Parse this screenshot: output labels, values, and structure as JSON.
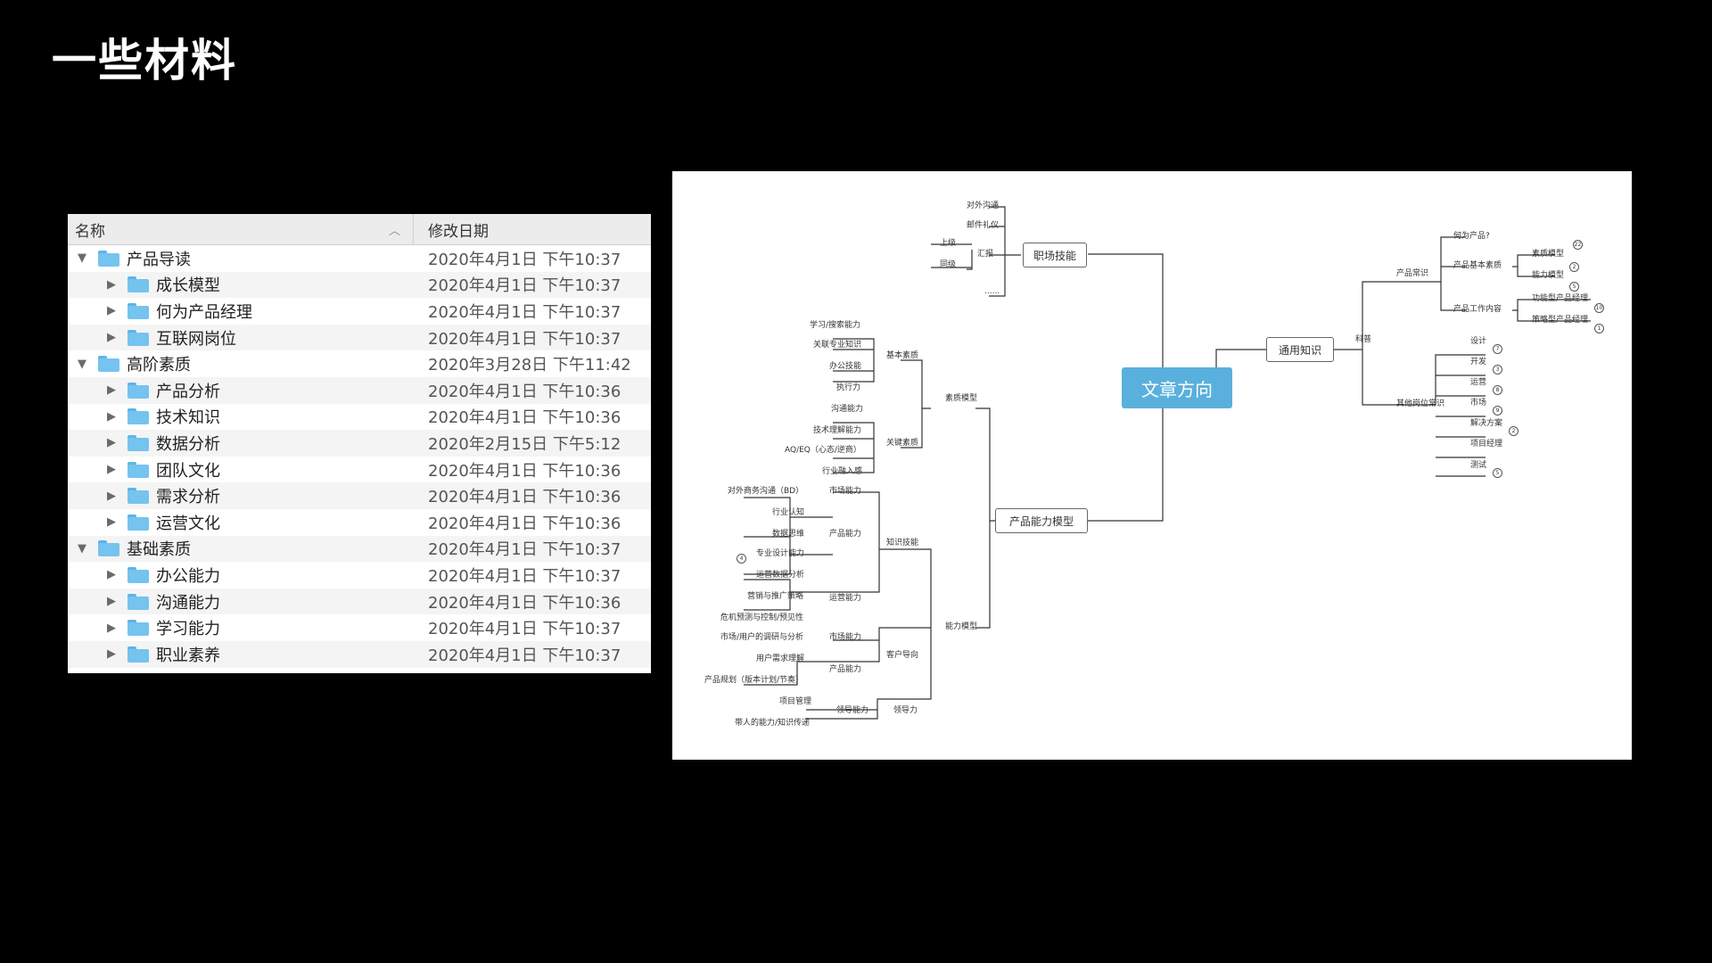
{
  "slide": {
    "title": "一些材料"
  },
  "finder": {
    "headers": {
      "name": "名称",
      "date": "修改日期"
    },
    "rows": [
      {
        "name": "产品导读",
        "date": "2020年4月1日 下午10:37",
        "level": 0,
        "expanded": true
      },
      {
        "name": "成长模型",
        "date": "2020年4月1日 下午10:37",
        "level": 1
      },
      {
        "name": "何为产品经理",
        "date": "2020年4月1日 下午10:37",
        "level": 1
      },
      {
        "name": "互联网岗位",
        "date": "2020年4月1日 下午10:37",
        "level": 1
      },
      {
        "name": "高阶素质",
        "date": "2020年3月28日 下午11:42",
        "level": 0,
        "expanded": true
      },
      {
        "name": "产品分析",
        "date": "2020年4月1日 下午10:36",
        "level": 1
      },
      {
        "name": "技术知识",
        "date": "2020年4月1日 下午10:36",
        "level": 1
      },
      {
        "name": "数据分析",
        "date": "2020年2月15日 下午5:12",
        "level": 1
      },
      {
        "name": "团队文化",
        "date": "2020年4月1日 下午10:36",
        "level": 1
      },
      {
        "name": "需求分析",
        "date": "2020年4月1日 下午10:36",
        "level": 1
      },
      {
        "name": "运营文化",
        "date": "2020年4月1日 下午10:36",
        "level": 1
      },
      {
        "name": "基础素质",
        "date": "2020年4月1日 下午10:37",
        "level": 0,
        "expanded": true
      },
      {
        "name": "办公能力",
        "date": "2020年4月1日 下午10:37",
        "level": 1
      },
      {
        "name": "沟通能力",
        "date": "2020年4月1日 下午10:36",
        "level": 1
      },
      {
        "name": "学习能力",
        "date": "2020年4月1日 下午10:37",
        "level": 1
      },
      {
        "name": "职业素养",
        "date": "2020年4月1日 下午10:37",
        "level": 1
      }
    ]
  },
  "mindmap": {
    "center": "文章方向",
    "main": {
      "workplace": "职场技能",
      "general": "通用知识",
      "product_model": "产品能力模型"
    },
    "workplace_children": [
      "对外沟通",
      "邮件礼仪",
      "汇报",
      "上级",
      "同级",
      "......"
    ],
    "general_children": {
      "link": "科普",
      "product_common": "产品常识",
      "product_items": [
        "何为产品?",
        "产品基本素质",
        "产品工作内容"
      ],
      "leaf_items": [
        "素质模型",
        "能力模型",
        "功能型产品经理",
        "策略型产品经理"
      ],
      "jobs": "其他岗位常识",
      "job_items": [
        "设计",
        "开发",
        "运营",
        "市场",
        "解决方案",
        "项目经理",
        "测试"
      ]
    },
    "model_children": {
      "quality": "素质模型",
      "ability": "能力模型",
      "basic": "基本素质",
      "key": "关键素质",
      "basic_items": [
        "学习/搜索能力",
        "关联专业知识",
        "办公技能",
        "执行力"
      ],
      "key_items": [
        "沟通能力",
        "技术理解能力",
        "AQ/EQ（心态/逆商）",
        "行业融入感"
      ],
      "knowledge": "知识技能",
      "customer": "客户导向",
      "leadership": "领导力",
      "knowledge_groups": [
        "市场能力",
        "产品能力",
        "运营能力"
      ],
      "knowledge_items": [
        "对外商务沟通（BD）",
        "行业认知",
        "数据思维",
        "专业设计能力",
        "运营数据分析",
        "营销与推广策略",
        "危机预测与控制/预见性"
      ],
      "customer_groups": [
        "市场能力",
        "产品能力"
      ],
      "customer_items": [
        "市场/用户的调研与分析",
        "用户需求理解",
        "产品规划（版本计划/节奏）"
      ],
      "leader_groups": [
        "领导能力"
      ],
      "leader_items": [
        "项目管理",
        "带人的能力/知识传递"
      ]
    },
    "badges": [
      "22",
      "2",
      "5",
      "10",
      "1",
      "7",
      "3",
      "8",
      "9",
      "2",
      "5",
      "4"
    ]
  }
}
